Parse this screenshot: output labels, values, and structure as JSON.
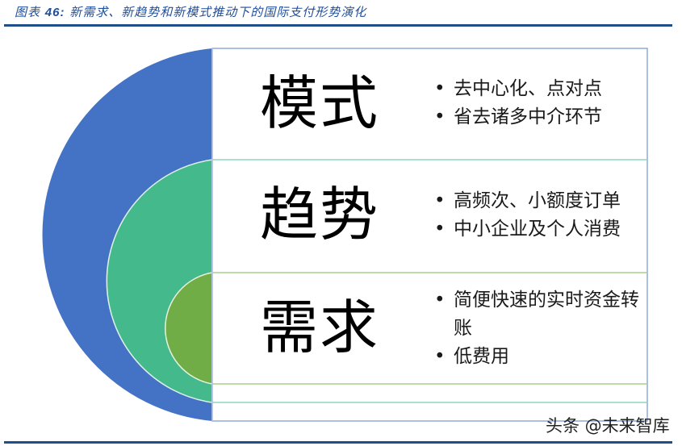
{
  "caption": {
    "prefix": "图表 ",
    "number": "46:",
    "title": " 新需求、新趋势和新模式推动下的国际支付形势演化"
  },
  "colors": {
    "outer": "#4472c4",
    "middle": "#44b98c",
    "inner": "#70ad47",
    "rule": "#1f4e8a",
    "caption": "#1f4e9b"
  },
  "layers": [
    {
      "label": "模式",
      "bullets": [
        "去中心化、点对点",
        "省去诸多中介环节"
      ]
    },
    {
      "label": "趋势",
      "bullets": [
        "高频次、小额度订单",
        "中小企业及个人消费"
      ]
    },
    {
      "label": "需求",
      "bullets": [
        "简便快速的实时资金转账",
        "低费用"
      ]
    }
  ],
  "watermark": "头条 @未来智库"
}
